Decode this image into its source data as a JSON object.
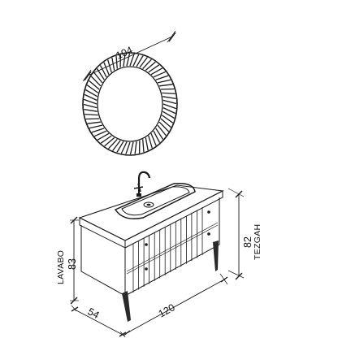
{
  "dimensions": {
    "mirror_diameter": "104",
    "cabinet_width": "120",
    "cabinet_depth": "54",
    "lavabo_height": "83",
    "tezgah_height": "82"
  },
  "labels": {
    "lavabo": "LAVABO",
    "tezgah": "TEZGAH"
  },
  "colors": {
    "line": "#1a1a1a",
    "background": "#ffffff",
    "dark_fill": "#2a2a2a"
  }
}
